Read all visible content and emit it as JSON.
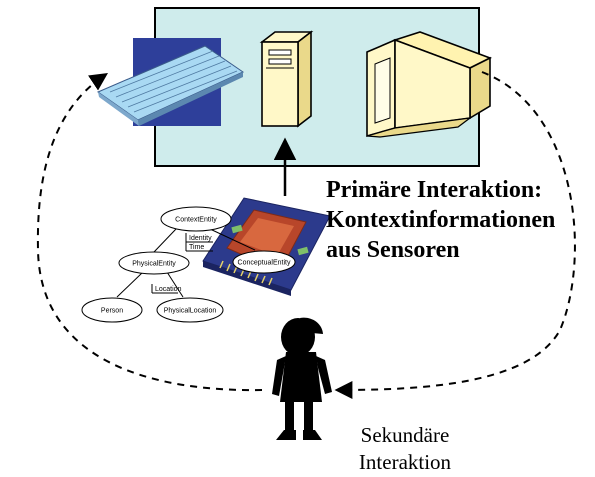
{
  "primary_interaction": {
    "line1": "Primäre Interaktion:",
    "line2": "Kontextinformationen",
    "line3": "aus Sensoren"
  },
  "secondary_interaction": {
    "line1": "Sekundäre",
    "line2": "Interaktion"
  },
  "ontology": {
    "context_entity": "ContextEntity",
    "physical_entity": "PhysicalEntity",
    "conceptual_entity": "ConceptualEntity",
    "person": "Person",
    "physical_location": "PhysicalLocation",
    "identity": "Identity",
    "time": "Time",
    "location": "Location"
  },
  "icons": [
    "keyboard-icon",
    "server-tower-icon",
    "monitor-icon",
    "sensor-chip-icon",
    "person-silhouette-icon"
  ],
  "colors": {
    "panel": "#cfecec",
    "keyboard_bg": "#2e3f9a",
    "keyboard": "#a9d9f3",
    "device": "#fff8c8",
    "chip_base": "#2c3a8c",
    "chip_core": "#b8462a"
  }
}
